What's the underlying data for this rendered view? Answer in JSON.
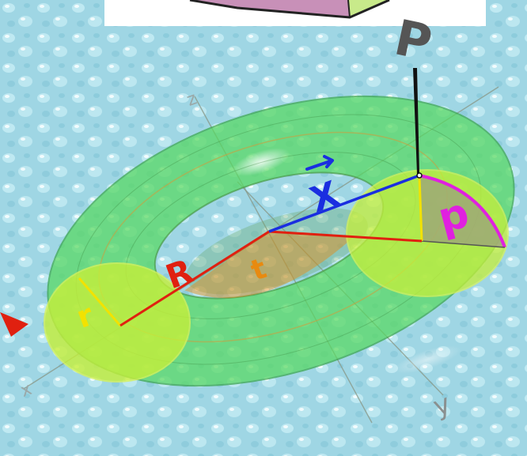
{
  "diagram": {
    "labels": {
      "point_label": "P",
      "vector_label": "X",
      "major_radius_label": "R",
      "minor_radius_label": "r",
      "angle_t_label": "t",
      "angle_p_label": "p",
      "axis_x_label": "x",
      "axis_y_label": "y",
      "axis_z_label": "z"
    },
    "colors": {
      "background": "#9fd6e4",
      "torus_fill": "#58d860",
      "torus_edge": "#3aa648",
      "section_fill": "#c6ef3a",
      "section_edge": "#d7f25a",
      "radius_R": "#e02010",
      "radius_r": "#f2e200",
      "vector_X": "#1a2ee0",
      "angle_t": "#e88a10",
      "angle_p": "#e020e0",
      "point_label": "#555555",
      "top_panel": "#ffffff",
      "box_face": "#c890b8",
      "box_side": "#c8ea8a"
    }
  }
}
